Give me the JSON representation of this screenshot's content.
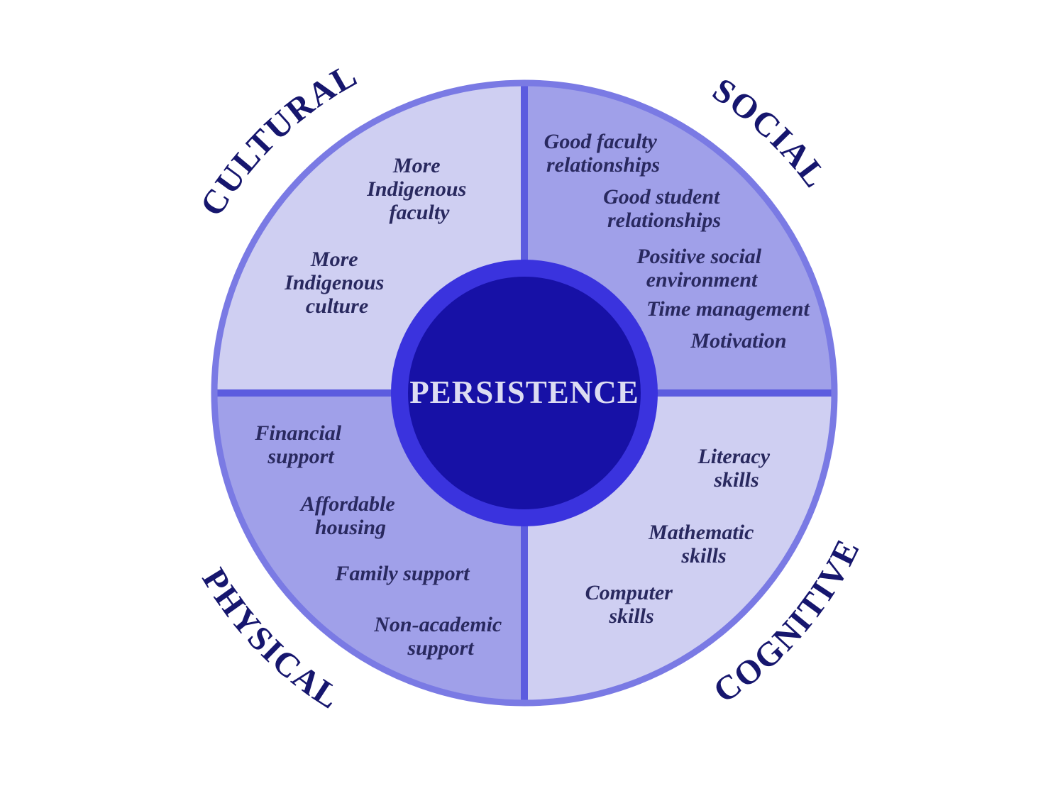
{
  "center": {
    "label": "PERSISTENCE"
  },
  "colors": {
    "background": "#ffffff",
    "quadrant_light": "#cfcff2",
    "quadrant_medium": "#a0a0e9",
    "outer_ring": "#7a7ae4",
    "divider": "#5c5cdf",
    "center_ring": "#3a33de",
    "center_fill": "#1711a6",
    "center_label_text": "#dcdcf2",
    "quadrant_label_text": "#16166e",
    "note_text": "#29295f"
  },
  "quadrants": {
    "cultural": {
      "label": "CULTURAL",
      "notes": {
        "indigenous_faculty": [
          "More",
          "Indigenous",
          "faculty"
        ],
        "indigenous_culture": [
          "More",
          "Indigenous",
          "culture"
        ]
      }
    },
    "social": {
      "label": "SOCIAL",
      "notes": {
        "faculty_relationships": [
          "Good faculty",
          "relationships"
        ],
        "student_relationships": [
          "Good student",
          "relationships"
        ],
        "social_environment": [
          "Positive social",
          "environment"
        ],
        "time_management": [
          "Time management"
        ],
        "motivation": [
          "Motivation"
        ]
      }
    },
    "physical": {
      "label": "PHYSICAL",
      "notes": {
        "financial_support": [
          "Financial",
          "support"
        ],
        "affordable_housing": [
          "Affordable",
          "housing"
        ],
        "family_support": [
          "Family support"
        ],
        "non_academic_support": [
          "Non-academic",
          "support"
        ]
      }
    },
    "cognitive": {
      "label": "COGNITIVE",
      "notes": {
        "literacy_skills": [
          "Literacy",
          "skills"
        ],
        "mathematic_skills": [
          "Mathematic",
          "skills"
        ],
        "computer_skills": [
          "Computer",
          "skills"
        ]
      }
    }
  }
}
